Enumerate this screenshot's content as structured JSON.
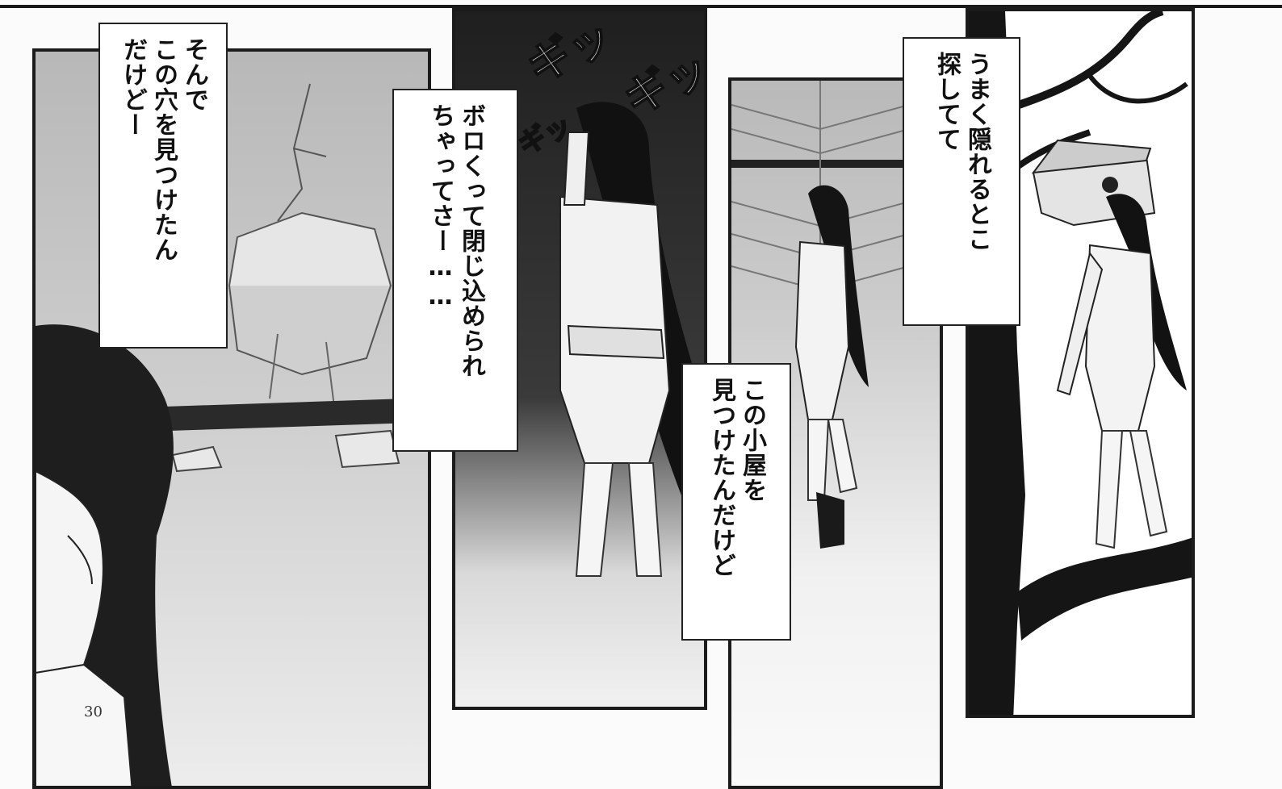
{
  "captions": {
    "panel1": [
      "そんで",
      "この穴を見つけたん",
      "だけどー"
    ],
    "panel2": [
      "ボロくって閉じ込められ",
      "ちゃってさー……"
    ],
    "panel3": [
      "この小屋を",
      "見つけたんだけど"
    ],
    "panel4": [
      "うまく隠れるとこ",
      "探してて"
    ]
  },
  "sfx": {
    "creak_large_1": "ギッ",
    "creak_large_2": "ギッ",
    "creak_small": "ギッ"
  },
  "page_number": "30",
  "colors": {
    "ink": "#111111",
    "screentone": "#bdbdbd",
    "paper": "#fbfbfb"
  }
}
